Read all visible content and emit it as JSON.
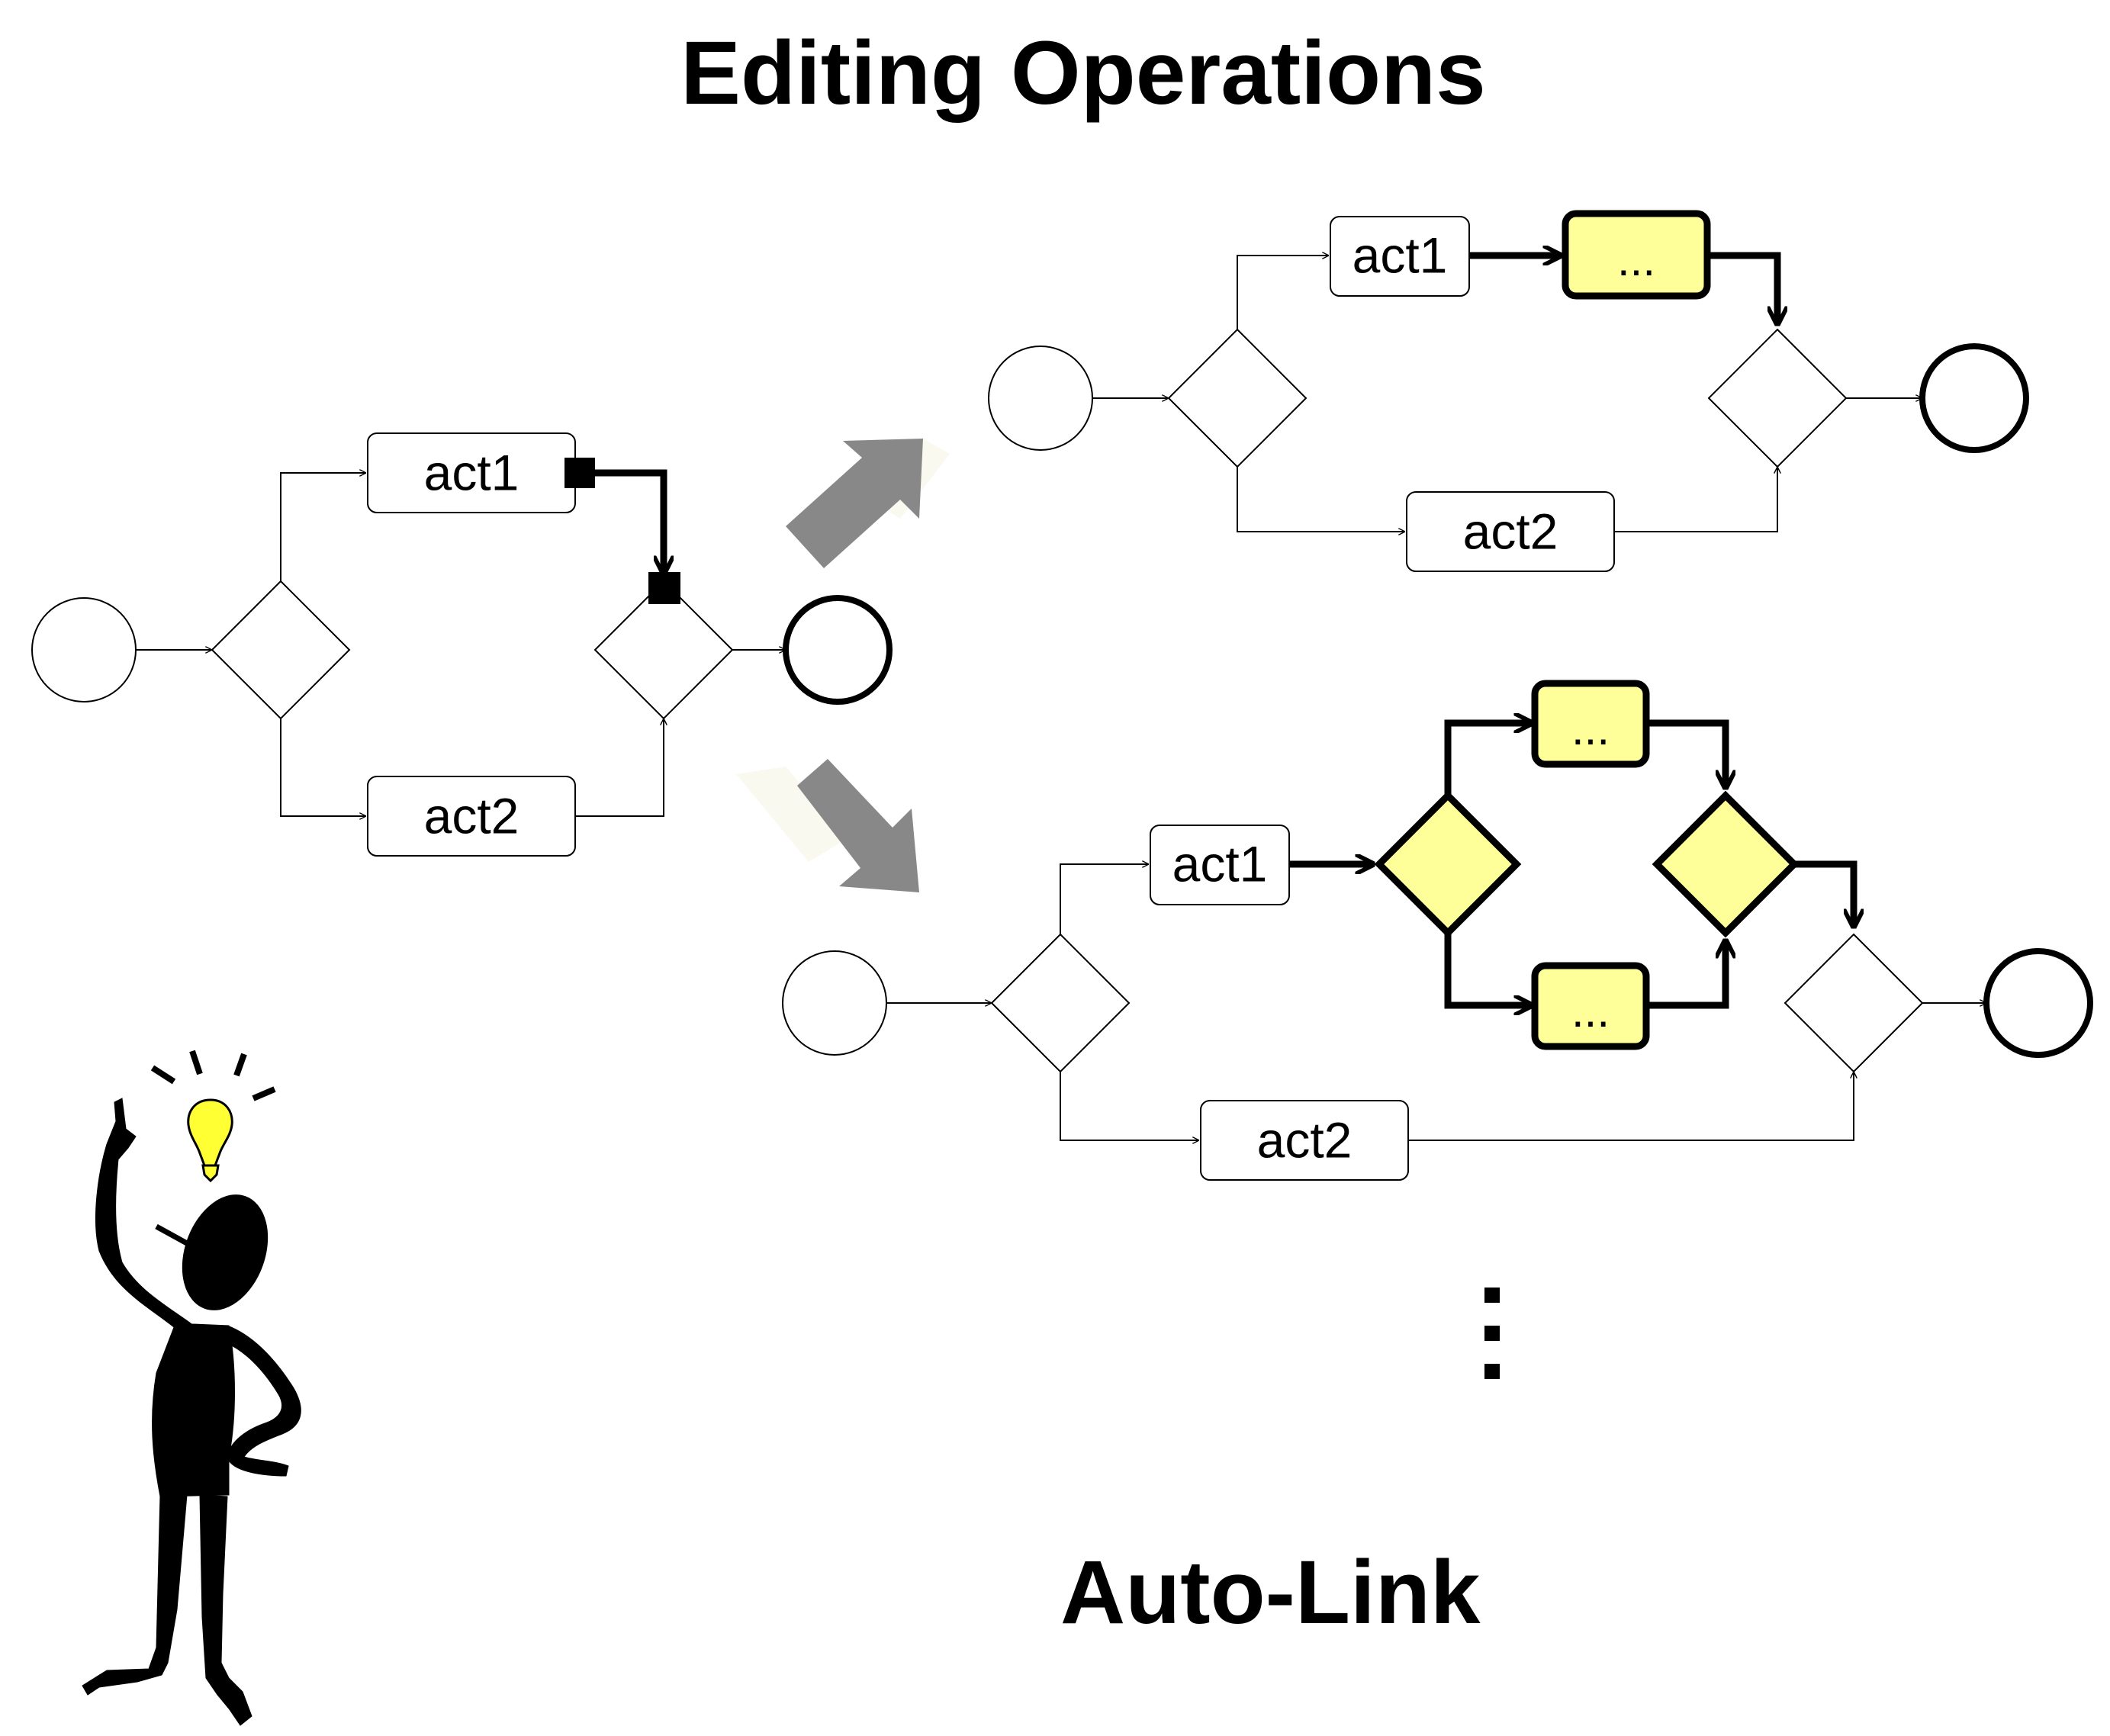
{
  "title": "Editing Operations",
  "footer": "Auto-Link",
  "colors": {
    "stroke": "#000000",
    "highlight_fill": "#ffff99",
    "transform_arrow": "#888888",
    "bulb": "#ffff33"
  },
  "before": {
    "act1": "act1",
    "act2": "act2"
  },
  "result_top": {
    "act1": "act1",
    "act2": "act2",
    "inserted_task": "..."
  },
  "result_bottom": {
    "act1": "act1",
    "act2": "act2",
    "inserted_task_upper": "...",
    "inserted_task_lower": "..."
  },
  "more_indicator": "⋮",
  "icons": {
    "figure": "thinking-person-icon",
    "idea": "lightbulb-icon",
    "transform_up": "transform-arrow-up-icon",
    "transform_down": "transform-arrow-down-icon"
  }
}
